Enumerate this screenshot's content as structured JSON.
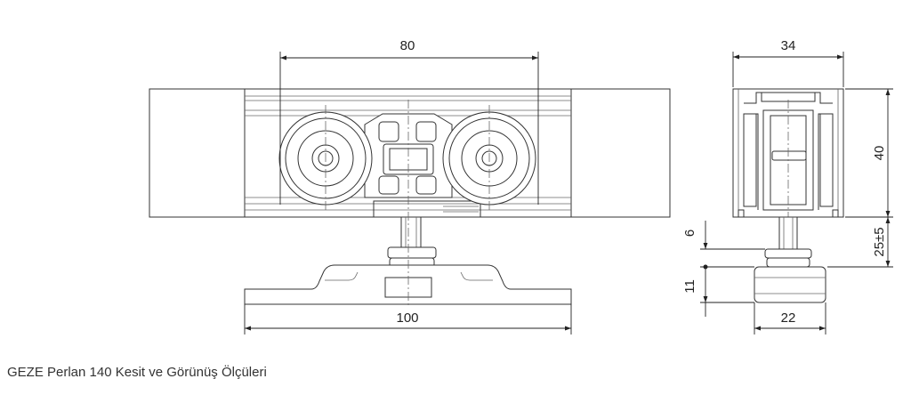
{
  "caption": "GEZE Perlan 140 Kesit ve Görünüş Ölçüleri",
  "front_view": {
    "dim_width_top": "80",
    "dim_width_bottom": "100"
  },
  "side_view": {
    "dim_width_top": "34",
    "dim_height_profile": "40",
    "dim_bolt": "6",
    "dim_plate": "11",
    "dim_adjust": "25±5",
    "dim_width_bottom": "22"
  },
  "colors": {
    "line": "#333333",
    "text": "#222222"
  }
}
